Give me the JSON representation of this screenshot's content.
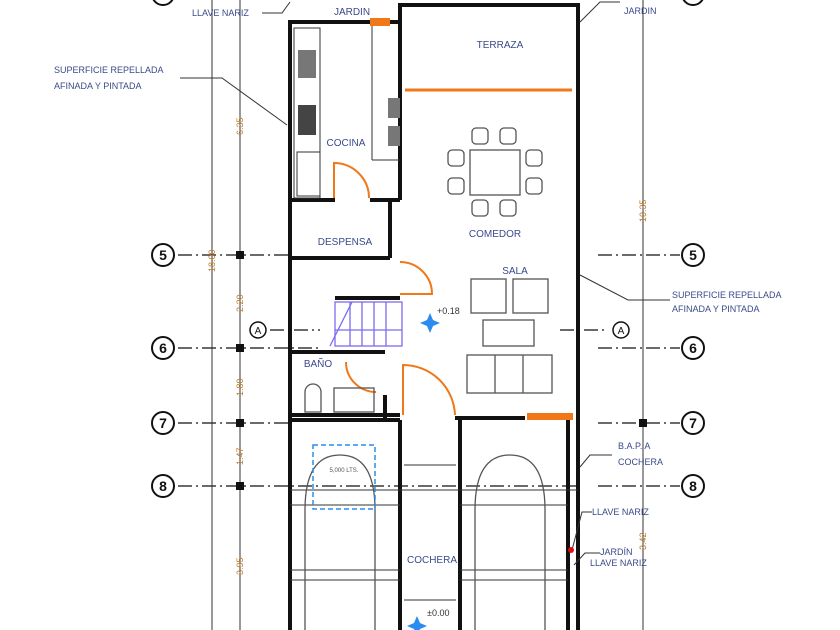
{
  "rooms": {
    "jardin_top": "JARDIN",
    "terraza": "TERRAZA",
    "cocina": "COCINA",
    "despensa": "DESPENSA",
    "comedor": "COMEDOR",
    "sala": "SALA",
    "bano": "BAÑO",
    "cochera": "COCHERA"
  },
  "levels": {
    "sala": "+0.18",
    "cochera": "±0.00"
  },
  "notes": {
    "llave_nariz_top": "LLAVE NARIZ",
    "jardin_right": "JARDIN",
    "superficie_left_1": "SUPERFICIE REPELLADA",
    "superficie_left_2": "AFINADA Y PINTADA",
    "superficie_right_1": "SUPERFICIE REPELLADA",
    "superficie_right_2": "AFINADA Y PINTADA",
    "bap_1": "B.A.P. A",
    "bap_2": "COCHERA",
    "llave_nariz_1": "LLAVE NARIZ",
    "jardin_lower": "JARDÍN",
    "llave_nariz_2": "LLAVE NARIZ",
    "cistern": "5,000 LTS."
  },
  "grid_axes": [
    "5",
    "6",
    "7",
    "8"
  ],
  "section_mark": "A",
  "dimensions": {
    "left_outer": "18.00",
    "left_1": "6.35",
    "left_2": "2.20",
    "left_3": "1.80",
    "left_4": "1.47",
    "left_5": "3.95",
    "right_1": "10.35",
    "right_2": "3.42"
  },
  "colors": {
    "wall": "#111111",
    "door": "#f07818",
    "text": "#3a4a8a",
    "dimension": "#c07a2a",
    "stair": "#7b6cf0",
    "marker": "#2a8cf0"
  }
}
